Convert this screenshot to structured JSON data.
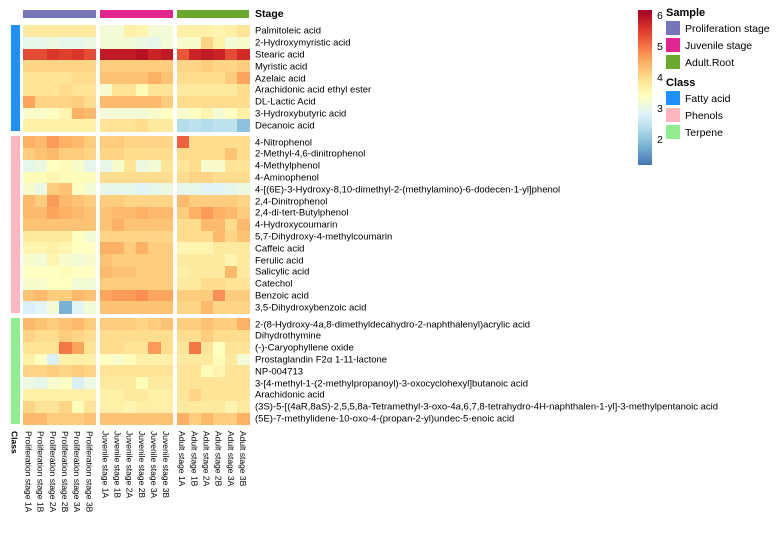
{
  "annotations": {
    "stage_label": "Stage",
    "class_label": "Class"
  },
  "legend": {
    "sample": {
      "title": "Sample",
      "items": [
        {
          "label": "Proliferation stage",
          "color": "#7774b8"
        },
        {
          "label": "Juvenile stage",
          "color": "#e2258e"
        },
        {
          "label": "Adult.Root",
          "color": "#68a82d"
        }
      ]
    },
    "class": {
      "title": "Class",
      "items": [
        {
          "label": "Fatty acid",
          "color": "#1e90ff"
        },
        {
          "label": "Phenols",
          "color": "#ffb6c1"
        },
        {
          "label": "Terpene",
          "color": "#90ee90"
        }
      ]
    },
    "colorbar": {
      "ticks": [
        6,
        5,
        4,
        3,
        2
      ]
    }
  },
  "chart_data": {
    "type": "heatmap",
    "legend_position": "right",
    "scale": {
      "min": 1.2,
      "max": 6.2,
      "colormap": "RdYlBu reversed (blue=low, cream=mid, red=high)",
      "colors": [
        "#4575b4",
        "#74add1",
        "#abd9e9",
        "#e0f3f8",
        "#ffffbf",
        "#fee090",
        "#fdae61",
        "#f46d43",
        "#d73027",
        "#a50026"
      ]
    },
    "columns": [
      "Proliferation stage 1A",
      "Proliferation stage 1B",
      "Proliferation stage 2A",
      "Proliferation stage 2B",
      "Proliferation stage 3A",
      "Proliferation stage 3B",
      "Juvenile stage 1A",
      "Juvenile stage 1B",
      "Juvenile stage 2A",
      "Juvenile stage 2B",
      "Juvenile stage 3A",
      "Juvenile stage 3B",
      "Adult stage 1A",
      "Adult stage 1B",
      "Adult stage 2A",
      "Adult stage 2B",
      "Adult stage 3A",
      "Adult stage 3B"
    ],
    "column_groups": [
      {
        "name": "Proliferation stage",
        "color": "#7774b8",
        "span": 6
      },
      {
        "name": "Juvenile stage",
        "color": "#e2258e",
        "span": 6
      },
      {
        "name": "Adult.Root",
        "color": "#68a82d",
        "span": 6
      }
    ],
    "row_classes": [
      {
        "name": "Fatty acid",
        "color": "#1e90ff",
        "count": 9
      },
      {
        "name": "Phenols",
        "color": "#ffb6c1",
        "count": 15
      },
      {
        "name": "Terpene",
        "color": "#90ee90",
        "count": 9
      }
    ],
    "rows": [
      {
        "label": "Palmitoleic acid",
        "class": "Fatty acid",
        "values": [
          3.8,
          3.8,
          3.8,
          3.8,
          3.8,
          3.8,
          3.2,
          3.2,
          3.7,
          3.6,
          3.2,
          3.2,
          3.7,
          3.7,
          3.7,
          3.6,
          3.7,
          3.9
        ]
      },
      {
        "label": "2-Hydroxymyristic acid",
        "class": "Fatty acid",
        "values": [
          3.0,
          3.0,
          3.1,
          3.0,
          3.0,
          3.1,
          3.2,
          3.2,
          3.2,
          3.1,
          3.0,
          3.2,
          3.3,
          3.3,
          4.1,
          3.7,
          3.2,
          3.3
        ]
      },
      {
        "label": "Stearic acid",
        "class": "Fatty acid",
        "values": [
          5.4,
          5.4,
          5.6,
          5.5,
          5.6,
          5.4,
          5.9,
          5.9,
          5.9,
          6.0,
          5.8,
          5.9,
          5.3,
          5.8,
          5.9,
          5.8,
          5.4,
          5.7
        ]
      },
      {
        "label": "Myristic acid",
        "class": "Fatty acid",
        "values": [
          4.1,
          4.1,
          4.1,
          4.1,
          4.1,
          4.1,
          4.2,
          4.2,
          4.2,
          4.2,
          4.2,
          4.2,
          4.1,
          4.1,
          4.2,
          4.1,
          4.1,
          4.2
        ]
      },
      {
        "label": "Azelaic acid",
        "class": "Fatty acid",
        "values": [
          3.9,
          3.9,
          3.9,
          3.9,
          4.0,
          4.0,
          4.3,
          4.3,
          4.3,
          4.3,
          4.5,
          4.3,
          4.0,
          4.0,
          4.0,
          4.0,
          4.2,
          4.6
        ]
      },
      {
        "label": "Arachidonic acid ethyl ester",
        "class": "Fatty acid",
        "values": [
          3.9,
          3.9,
          3.9,
          4.0,
          3.9,
          3.9,
          3.3,
          3.9,
          3.9,
          3.5,
          3.9,
          3.9,
          3.8,
          3.8,
          3.8,
          3.8,
          3.8,
          4.0
        ]
      },
      {
        "label": "DL-Lactic Acid",
        "class": "Fatty acid",
        "values": [
          4.6,
          4.1,
          4.1,
          4.1,
          4.2,
          4.0,
          4.4,
          4.4,
          4.4,
          4.4,
          4.4,
          4.2,
          4.0,
          4.0,
          4.0,
          4.0,
          4.0,
          4.0
        ]
      },
      {
        "label": "3-Hydroxybutyric acid",
        "class": "Fatty acid",
        "values": [
          3.3,
          3.3,
          3.4,
          3.6,
          4.5,
          4.4,
          3.2,
          3.2,
          3.2,
          3.2,
          3.3,
          3.4,
          3.3,
          3.4,
          3.6,
          3.2,
          3.4,
          3.7
        ]
      },
      {
        "label": "Decanoic acid",
        "class": "Fatty acid",
        "values": [
          3.7,
          3.7,
          3.7,
          3.7,
          3.7,
          3.7,
          3.9,
          3.9,
          3.9,
          4.0,
          3.8,
          3.8,
          2.4,
          2.5,
          2.4,
          2.5,
          2.5,
          2.0
        ]
      },
      {
        "label": "4-Nitrophenol",
        "class": "Phenols",
        "values": [
          4.5,
          4.4,
          4.7,
          4.5,
          4.4,
          4.2,
          4.2,
          4.2,
          4.1,
          4.1,
          4.1,
          4.1,
          5.2,
          4.0,
          4.0,
          4.0,
          4.0,
          4.0
        ]
      },
      {
        "label": "2-Methyl-4,6-dinitrophenol",
        "class": "Phenols",
        "values": [
          4.2,
          4.3,
          4.4,
          4.2,
          4.2,
          4.1,
          4.1,
          4.1,
          4.0,
          4.0,
          4.0,
          4.0,
          4.0,
          4.0,
          4.0,
          4.0,
          4.3,
          4.0
        ]
      },
      {
        "label": "4-Methylphenol",
        "class": "Phenols",
        "values": [
          3.0,
          3.1,
          3.4,
          3.5,
          3.3,
          3.0,
          3.0,
          3.3,
          3.9,
          3.1,
          3.2,
          3.9,
          3.9,
          4.0,
          3.3,
          3.3,
          3.9,
          3.9
        ]
      },
      {
        "label": "4-Aminophenol",
        "class": "Phenols",
        "values": [
          3.5,
          3.5,
          3.6,
          3.5,
          3.5,
          3.5,
          4.0,
          4.0,
          4.0,
          4.0,
          4.0,
          4.0,
          4.0,
          4.1,
          4.1,
          4.0,
          4.0,
          4.0
        ]
      },
      {
        "label": "4-[(6E)-3-Hydroxy-8,10-dimethyl-2-(methylamino)-6-dodecen-1-yl]phenol",
        "class": "Phenols",
        "values": [
          3.3,
          3.1,
          4.2,
          4.3,
          3.4,
          3.2,
          3.0,
          3.0,
          3.0,
          2.9,
          3.0,
          3.1,
          3.0,
          3.0,
          2.9,
          2.9,
          3.0,
          3.1
        ]
      },
      {
        "label": "2,4-Dinitrophenol",
        "class": "Phenols",
        "values": [
          4.4,
          4.2,
          4.7,
          4.4,
          4.3,
          4.2,
          4.2,
          4.2,
          4.1,
          4.1,
          4.1,
          4.1,
          4.4,
          4.2,
          4.2,
          4.2,
          4.2,
          4.1
        ]
      },
      {
        "label": "2,4-di-tert-Butylphenol",
        "class": "Phenols",
        "values": [
          4.4,
          4.4,
          4.6,
          4.5,
          4.4,
          4.3,
          4.3,
          4.4,
          4.4,
          4.5,
          4.4,
          4.4,
          4.2,
          4.5,
          4.7,
          4.5,
          4.4,
          4.2
        ]
      },
      {
        "label": "4-Hydroxycoumarin",
        "class": "Phenols",
        "values": [
          4.3,
          4.3,
          4.3,
          4.3,
          4.3,
          4.3,
          4.3,
          4.5,
          4.3,
          4.3,
          4.3,
          4.3,
          4.0,
          4.0,
          4.4,
          4.4,
          4.0,
          4.4
        ]
      },
      {
        "label": "5,7-Dihydroxy-4-methylcoumarin",
        "class": "Phenols",
        "values": [
          3.8,
          3.8,
          3.8,
          3.8,
          3.4,
          3.2,
          4.1,
          4.1,
          4.1,
          4.1,
          4.1,
          4.1,
          4.0,
          4.0,
          4.0,
          4.4,
          4.1,
          4.3
        ]
      },
      {
        "label": "Caffeic acid",
        "class": "Phenols",
        "values": [
          3.6,
          3.6,
          3.7,
          3.6,
          3.4,
          3.4,
          4.5,
          4.5,
          4.2,
          4.5,
          4.2,
          4.2,
          3.6,
          3.6,
          3.6,
          3.8,
          3.8,
          3.8
        ]
      },
      {
        "label": "Ferulic acid",
        "class": "Phenols",
        "values": [
          3.3,
          3.2,
          3.6,
          3.3,
          3.2,
          3.3,
          4.3,
          4.2,
          4.2,
          4.2,
          4.2,
          4.2,
          3.8,
          3.8,
          3.8,
          3.8,
          3.6,
          3.8
        ]
      },
      {
        "label": "Salicylic acid",
        "class": "Phenols",
        "values": [
          3.4,
          3.4,
          3.4,
          3.5,
          3.4,
          3.4,
          4.4,
          4.3,
          4.3,
          4.2,
          4.2,
          4.2,
          3.7,
          3.8,
          3.8,
          3.8,
          4.4,
          3.8
        ]
      },
      {
        "label": "Catechol",
        "class": "Phenols",
        "values": [
          3.3,
          3.3,
          3.4,
          3.4,
          3.2,
          3.2,
          4.2,
          4.2,
          4.2,
          4.2,
          4.2,
          4.2,
          3.8,
          3.8,
          4.0,
          4.0,
          3.9,
          3.9
        ]
      },
      {
        "label": "Benzoic acid",
        "class": "Phenols",
        "values": [
          4.3,
          4.4,
          4.2,
          4.2,
          4.4,
          4.3,
          4.6,
          4.7,
          4.7,
          4.8,
          4.6,
          4.6,
          4.2,
          4.2,
          4.2,
          4.8,
          4.2,
          4.2
        ]
      },
      {
        "label": "3,5-Dihydroxybenzoic acid",
        "class": "Phenols",
        "values": [
          2.8,
          2.9,
          3.2,
          1.8,
          2.9,
          3.2,
          4.3,
          4.3,
          4.3,
          4.3,
          4.3,
          4.3,
          4.1,
          4.1,
          4.4,
          4.1,
          4.1,
          4.1
        ]
      },
      {
        "label": "2-(8-Hydroxy-4a,8-dimethyldecahydro-2-naphthalenyl)acrylic acid",
        "class": "Terpene",
        "values": [
          4.4,
          4.3,
          4.2,
          4.3,
          4.4,
          4.2,
          4.2,
          4.2,
          4.2,
          4.1,
          4.2,
          4.3,
          4.2,
          4.2,
          4.3,
          4.2,
          4.2,
          4.5
        ]
      },
      {
        "label": "Dihydrothymine",
        "class": "Terpene",
        "values": [
          4.1,
          4.0,
          4.0,
          4.2,
          4.1,
          4.0,
          4.0,
          4.0,
          4.0,
          4.0,
          4.0,
          4.0,
          4.0,
          4.0,
          4.2,
          4.0,
          4.0,
          4.0
        ]
      },
      {
        "label": "(-)-Caryophyllene oxide",
        "class": "Terpene",
        "values": [
          3.9,
          3.9,
          3.9,
          5.0,
          4.6,
          3.9,
          4.0,
          4.0,
          3.9,
          3.9,
          4.7,
          4.0,
          3.9,
          5.0,
          3.9,
          3.4,
          3.9,
          3.9
        ]
      },
      {
        "label": "Prostaglandin F2α 1-11-lactone",
        "class": "Terpene",
        "values": [
          3.7,
          3.4,
          2.8,
          3.7,
          3.7,
          3.7,
          3.4,
          3.3,
          3.5,
          3.7,
          3.7,
          3.7,
          3.8,
          3.8,
          3.8,
          3.5,
          3.8,
          3.2
        ]
      },
      {
        "label": "NP-004713",
        "class": "Terpene",
        "values": [
          4.1,
          4.1,
          4.2,
          4.1,
          4.2,
          4.1,
          3.9,
          3.9,
          3.9,
          3.9,
          3.9,
          3.9,
          3.9,
          3.9,
          3.5,
          3.6,
          3.9,
          3.9
        ]
      },
      {
        "label": "3-[4-methyl-1-(2-methylpropanoyl)-3-oxocyclohexyl]butanoic acid",
        "class": "Terpene",
        "values": [
          3.1,
          3.0,
          3.3,
          3.4,
          2.8,
          3.1,
          3.8,
          3.8,
          3.8,
          3.5,
          3.8,
          3.8,
          3.9,
          3.9,
          3.9,
          3.9,
          3.9,
          3.9
        ]
      },
      {
        "label": "Arachidonic acid",
        "class": "Terpene",
        "values": [
          3.7,
          3.7,
          3.7,
          3.7,
          3.7,
          3.7,
          3.7,
          3.7,
          3.8,
          3.8,
          3.7,
          3.7,
          3.9,
          4.1,
          3.9,
          3.9,
          3.9,
          3.9
        ]
      },
      {
        "label": "(3S)-5-[(4aR,8aS)-2,5,5,8a-Tetramethyl-3-oxo-4a,6,7,8-tetrahydro-4H-naphthalen-1-yl]-3-methylpentanoic acid",
        "class": "Terpene",
        "values": [
          4.1,
          3.9,
          3.9,
          4.1,
          3.5,
          3.9,
          3.7,
          3.7,
          3.6,
          3.7,
          3.7,
          3.7,
          3.8,
          3.8,
          3.8,
          3.8,
          3.6,
          3.8
        ]
      },
      {
        "label": "(5E)-7-methylidene-10-oxo-4-(propan-2-yl)undec-5-enoic acid",
        "class": "Terpene",
        "values": [
          4.4,
          4.4,
          4.2,
          4.2,
          4.2,
          4.3,
          4.3,
          4.3,
          4.3,
          4.3,
          4.3,
          4.3,
          4.5,
          4.2,
          4.4,
          4.2,
          4.2,
          4.5
        ]
      }
    ]
  }
}
